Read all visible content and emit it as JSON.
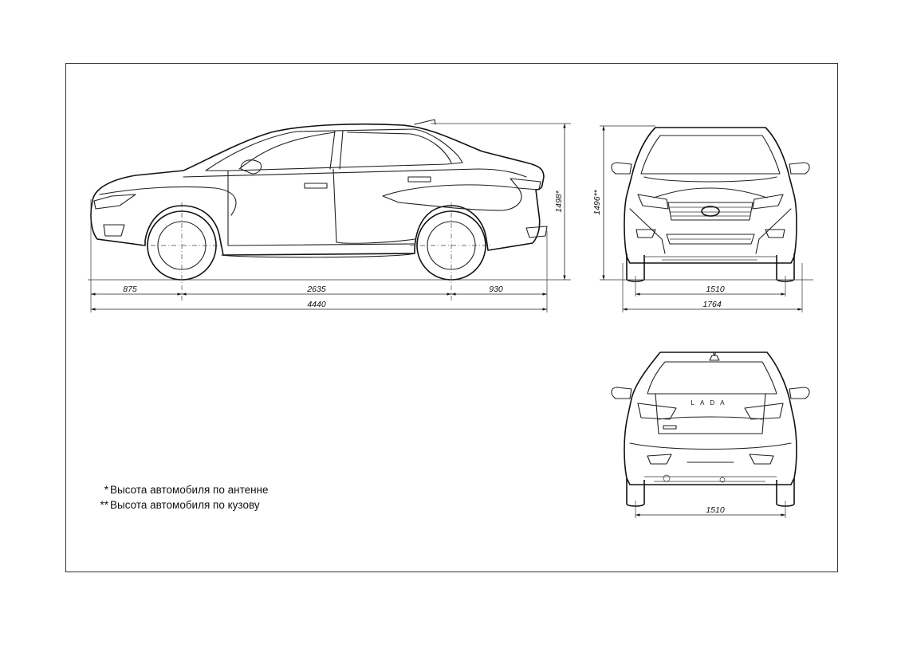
{
  "dimensions": {
    "front_overhang": "875",
    "wheelbase": "2635",
    "rear_overhang": "930",
    "length": "4440",
    "height_antenna": "1498*",
    "height_body": "1496**",
    "front_track": "1510",
    "width": "1764",
    "rear_track": "1510"
  },
  "rear_badge": "LADA",
  "notes": [
    {
      "mark": "*",
      "text": "Высота автомобиля по антенне"
    },
    {
      "mark": "**",
      "text": "Высота автомобиля по кузову"
    }
  ]
}
